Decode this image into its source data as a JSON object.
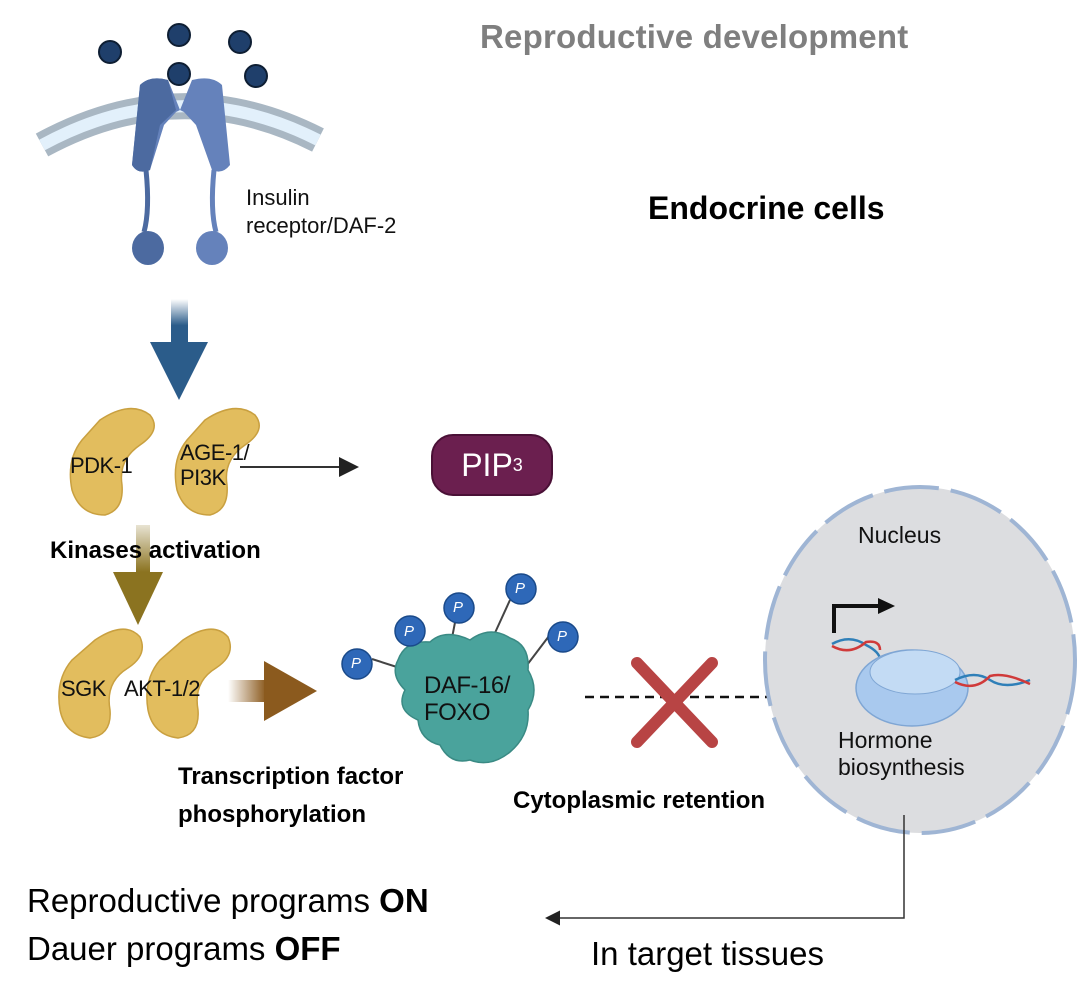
{
  "title": "Reproductive development",
  "subtitle": "Endocrine cells",
  "receptor": {
    "line1": "Insulin",
    "line2": "receptor/DAF-2"
  },
  "kinases_top": {
    "left": "PDK-1",
    "right_line1": "AGE-1/",
    "right_line2": "PI3K"
  },
  "product": {
    "main": "PIP",
    "sub": "3"
  },
  "step1_label": "Kinases activation",
  "kinases_bottom": {
    "left": "SGK",
    "right": "AKT-1/2"
  },
  "transcription_factor": {
    "line1": "DAF-16/",
    "line2": "FOXO"
  },
  "phospho_symbol": "P",
  "step2_label": {
    "line1": "Transcription factor",
    "line2": "phosphorylation"
  },
  "step3_label": "Cytoplasmic retention",
  "nucleus": {
    "title": "Nucleus",
    "line1": "Hormone",
    "line2": "biosynthesis"
  },
  "target_label": "In target tissues",
  "outcome": {
    "line1_text": "Reproductive programs ",
    "line1_bold": "ON",
    "line2_text": "Dauer programs ",
    "line2_bold": "OFF"
  },
  "colors": {
    "ligand": "#1f3f6b",
    "receptor": "#5b79b3",
    "membrane": "#dcecf8",
    "arrow_blue": "#2b5c8a",
    "arrow_olive": "#8b7320",
    "arrow_brown": "#8b5a1e",
    "kinase": "#e2bd5e",
    "pip3": "#6b1f4f",
    "foxo": "#4aa39c",
    "phospho": "#2e68b8",
    "block_x": "#b84444",
    "nucleus_fill": "#dcdde0",
    "nucleus_border": "#9fb5d4"
  }
}
